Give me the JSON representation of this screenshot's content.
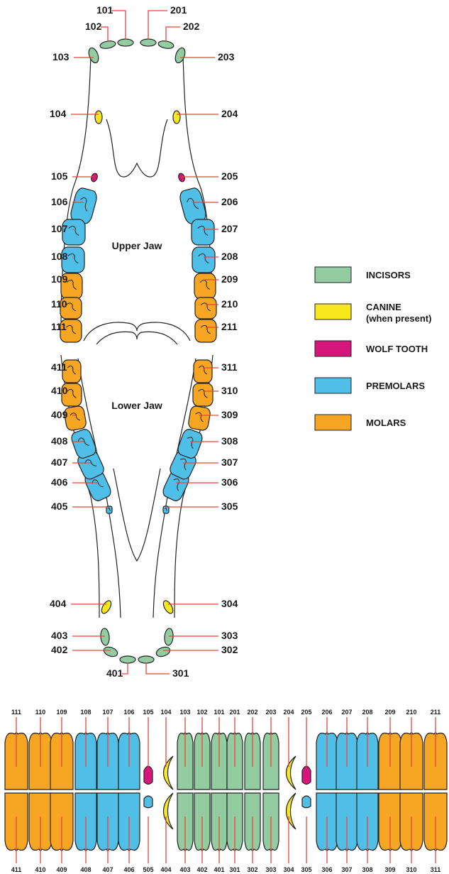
{
  "colors": {
    "incisor": "#93cca0",
    "canine": "#f7e81d",
    "wolf": "#d6167a",
    "premolar": "#4fbfe8",
    "molar": "#f6a623",
    "line": "#e8463a",
    "outline": "#222222"
  },
  "jaw_labels": {
    "upper": "Upper Jaw",
    "lower": "Lower Jaw"
  },
  "legend": [
    {
      "type": "incisor",
      "label": "INCISORS"
    },
    {
      "type": "canine",
      "label": "CANINE",
      "sub": "(when present)"
    },
    {
      "type": "wolf",
      "label": "WOLF TOOTH"
    },
    {
      "type": "premolar",
      "label": "PREMOLARS"
    },
    {
      "type": "molar",
      "label": "MOLARS"
    }
  ],
  "diagram_numbers": {
    "upper_left": [
      "101",
      "102",
      "103",
      "104",
      "105",
      "106",
      "107",
      "108",
      "109",
      "110",
      "111"
    ],
    "upper_right": [
      "201",
      "202",
      "203",
      "204",
      "205",
      "206",
      "207",
      "208",
      "209",
      "210",
      "211"
    ],
    "lower_left": [
      "401",
      "402",
      "403",
      "404",
      "405",
      "406",
      "407",
      "408",
      "409",
      "410",
      "411"
    ],
    "lower_right": [
      "301",
      "302",
      "303",
      "304",
      "305",
      "306",
      "307",
      "308",
      "309",
      "310",
      "311"
    ]
  },
  "strip": {
    "top_numbers": [
      "111",
      "110",
      "109",
      "108",
      "107",
      "106",
      "105",
      "104",
      "103",
      "102",
      "101",
      "201",
      "202",
      "203",
      "204",
      "205",
      "206",
      "207",
      "208",
      "209",
      "210",
      "211"
    ],
    "bottom_numbers": [
      "411",
      "410",
      "409",
      "408",
      "407",
      "406",
      "505",
      "404",
      "403",
      "402",
      "401",
      "301",
      "302",
      "303",
      "304",
      "305",
      "306",
      "307",
      "308",
      "309",
      "310",
      "311"
    ],
    "upper_types": [
      "molar",
      "molar",
      "molar",
      "premolar",
      "premolar",
      "premolar",
      "wolf",
      "canine",
      "incisor",
      "incisor",
      "incisor",
      "incisor",
      "incisor",
      "incisor",
      "canine",
      "wolf",
      "premolar",
      "premolar",
      "premolar",
      "molar",
      "molar",
      "molar"
    ],
    "lower_types": [
      "molar",
      "molar",
      "molar",
      "premolar",
      "premolar",
      "premolar",
      "premolar",
      "canine",
      "incisor",
      "incisor",
      "incisor",
      "incisor",
      "incisor",
      "incisor",
      "canine",
      "premolar",
      "premolar",
      "premolar",
      "premolar",
      "molar",
      "molar",
      "molar"
    ]
  }
}
